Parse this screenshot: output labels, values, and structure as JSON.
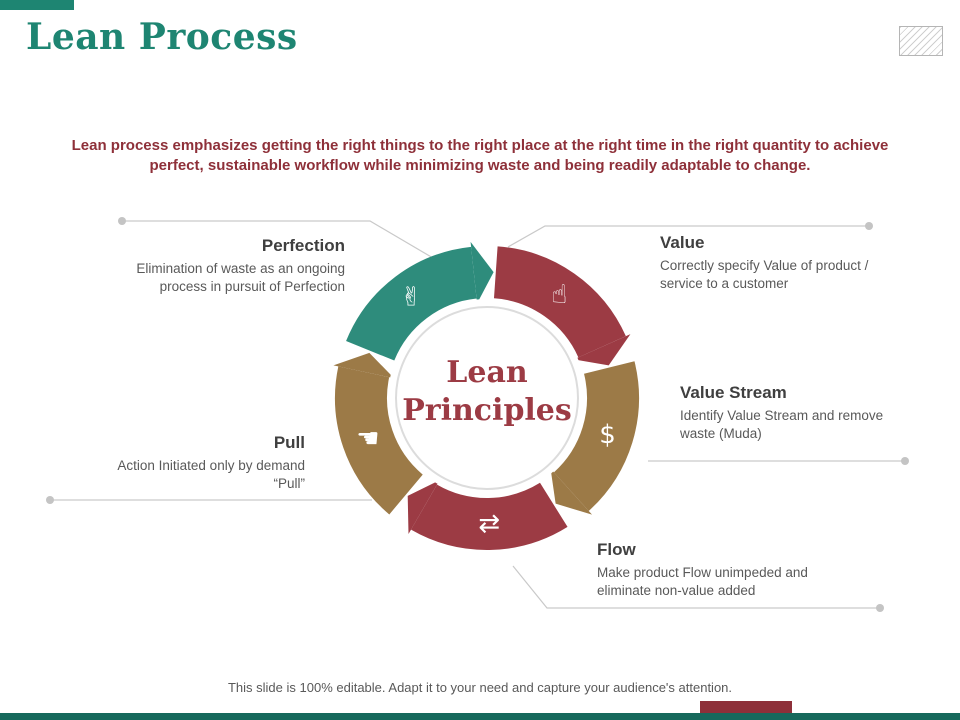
{
  "slide": {
    "title": "Lean Process",
    "subtitle": "Lean process emphasizes getting the right things to the right place at the right time in the right quantity to achieve perfect, sustainable workflow while minimizing waste and being readily adaptable to change.",
    "footer": "This slide is 100% editable. Adapt it to your need and capture your audience's attention."
  },
  "colors": {
    "accent_teal": "#1E8572",
    "accent_maroon": "#8E3039",
    "bottom_strip": "#17695C",
    "heading_text": "#3F3F3F",
    "body_text": "#595959",
    "connector_gray": "#C9C9C9"
  },
  "diagram": {
    "type": "circular-process",
    "center_title": "Lean Principles",
    "segments": [
      {
        "key": "value",
        "heading": "Value",
        "description": "Correctly specify Value of product / service to a customer",
        "color": "#9C3B44",
        "icon": "hand-with-coins-icon",
        "glyph": "☝",
        "start": 4,
        "end": 66
      },
      {
        "key": "value-stream",
        "heading": "Value Stream",
        "description": "Identify Value Stream and remove waste (Muda)",
        "color": "#9C7A47",
        "icon": "dollar-circulation-icon",
        "glyph": "$",
        "start": 76,
        "end": 138
      },
      {
        "key": "flow",
        "heading": "Flow",
        "description": "Make product Flow unimpeded and eliminate non-value added",
        "color": "#9C3B44",
        "icon": "flow-arrows-icon",
        "glyph": "⇄",
        "start": 148,
        "end": 210
      },
      {
        "key": "pull",
        "heading": "Pull",
        "description": "Action Initiated only by demand “Pull”",
        "color": "#9C7A47",
        "icon": "person-pulling-icon",
        "glyph": "☚",
        "start": 220,
        "end": 282
      },
      {
        "key": "perfection",
        "heading": "Perfection",
        "description": "Elimination of waste as an ongoing process in pursuit of Perfection",
        "color": "#2E8C7C",
        "icon": "gesture-hand-icon",
        "glyph": "✌",
        "start": 292,
        "end": 354
      }
    ]
  }
}
